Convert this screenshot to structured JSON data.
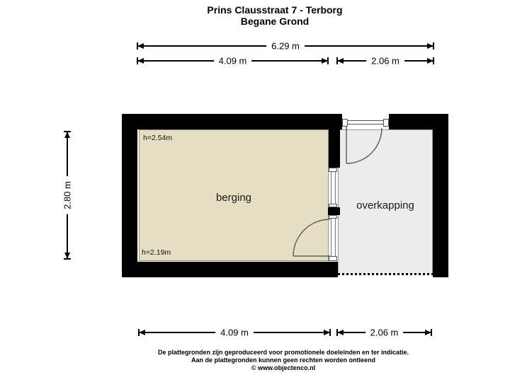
{
  "title": {
    "line1": "Prins Clausstraat 7 - Terborg",
    "line2": "Begane Grond"
  },
  "dimensions": {
    "top_total": "6.29 m",
    "top_left": "4.09 m",
    "top_right": "2.06 m",
    "left_side": "2.80 m",
    "bottom_left": "4.09 m",
    "bottom_right": "2.06 m"
  },
  "rooms": {
    "berging": {
      "label": "berging",
      "ceiling_height_top": "h=2.54m",
      "ceiling_height_bottom": "h=2.19m",
      "floor_color": "#e5dec3"
    },
    "overkapping": {
      "label": "overkapping",
      "floor_color": "#ececec"
    }
  },
  "footer": {
    "line1": "De plattegronden zijn geproduceerd voor promotionele doeleinden en ter indicatie.",
    "line2": "Aan de plattegronden kunnen geen rechten worden ontleend",
    "line3": "© www.objectenco.nl"
  },
  "colors": {
    "wall": "#000000",
    "berging_floor": "#e5dec3",
    "overkapping_floor": "#ececec",
    "border_line": "#8f8f8f",
    "background": "#ffffff"
  }
}
